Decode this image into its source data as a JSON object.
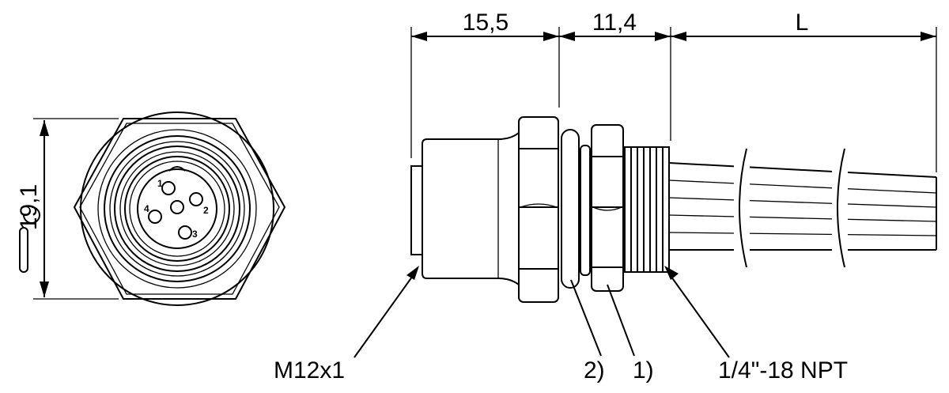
{
  "dimensions": {
    "length_1": "15,5",
    "length_2": "11,4",
    "length_cable": "L",
    "width_across_flats": "19,1"
  },
  "callouts": {
    "thread_socket": "M12x1",
    "thread_mount": "1/4\"-18 NPT",
    "ref_1": "1)",
    "ref_2": "2)"
  },
  "pins": [
    "1",
    "2",
    "3",
    "4"
  ]
}
